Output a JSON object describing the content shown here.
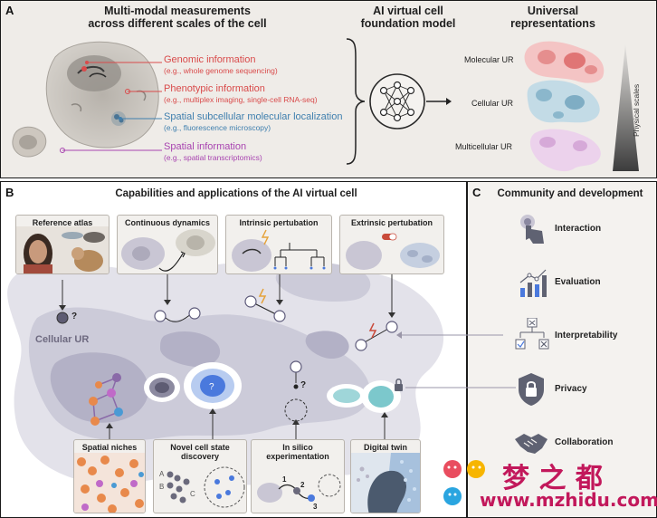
{
  "panel_a": {
    "letter": "A",
    "title_left": [
      "Multi-modal measurements",
      "across different scales of the cell"
    ],
    "title_mid": [
      "AI virtual cell",
      "foundation model"
    ],
    "title_right": [
      "Universal",
      "representations"
    ],
    "info": [
      {
        "head": "Genomic information",
        "sub": "(e.g., whole genome sequencing)",
        "color": "#d94b4b"
      },
      {
        "head": "Phenotypic information",
        "sub": "(e.g., multiplex imaging, single-cell RNA-seq)",
        "color": "#d94b4b"
      },
      {
        "head": "Spatial subcellular molecular localization",
        "sub": "(e.g., fluorescence microscopy)",
        "color": "#3f7fae"
      },
      {
        "head": "Spatial information",
        "sub": "(e.g., spatial transcriptomics)",
        "color": "#a844b0"
      }
    ],
    "ur_labels": [
      "Molecular UR",
      "Cellular UR",
      "Multicellular UR"
    ],
    "physical_scales": "Physical scales"
  },
  "panel_b": {
    "letter": "B",
    "title": "Capabilities and applications of the AI virtual cell",
    "top_cards": [
      "Reference atlas",
      "Continuous dynamics",
      "Intrinsic pertubation",
      "Extrinsic pertubation"
    ],
    "bottom_cards": [
      [
        "Spatial niches"
      ],
      [
        "Novel cell state",
        "discovery"
      ],
      [
        "In silico",
        "experimentation"
      ],
      [
        "Digital twin"
      ]
    ],
    "cellular_ur": "Cellular UR",
    "question_mark": "?",
    "steps": [
      "1",
      "2",
      "3"
    ],
    "abc": [
      "A",
      "B",
      "C"
    ]
  },
  "panel_c": {
    "letter": "C",
    "title": "Community and development",
    "items": [
      {
        "label": "Interaction",
        "icon": "pointer-hand-icon"
      },
      {
        "label": "Evaluation",
        "icon": "bar-chart-icon"
      },
      {
        "label": "Interpretability",
        "icon": "decision-tree-icon"
      },
      {
        "label": "Privacy",
        "icon": "shield-lock-icon"
      },
      {
        "label": "Collaboration",
        "icon": "handshake-icon"
      }
    ]
  },
  "watermark": {
    "brand": "梦 之 都",
    "url": "www.mzhidu.com"
  }
}
